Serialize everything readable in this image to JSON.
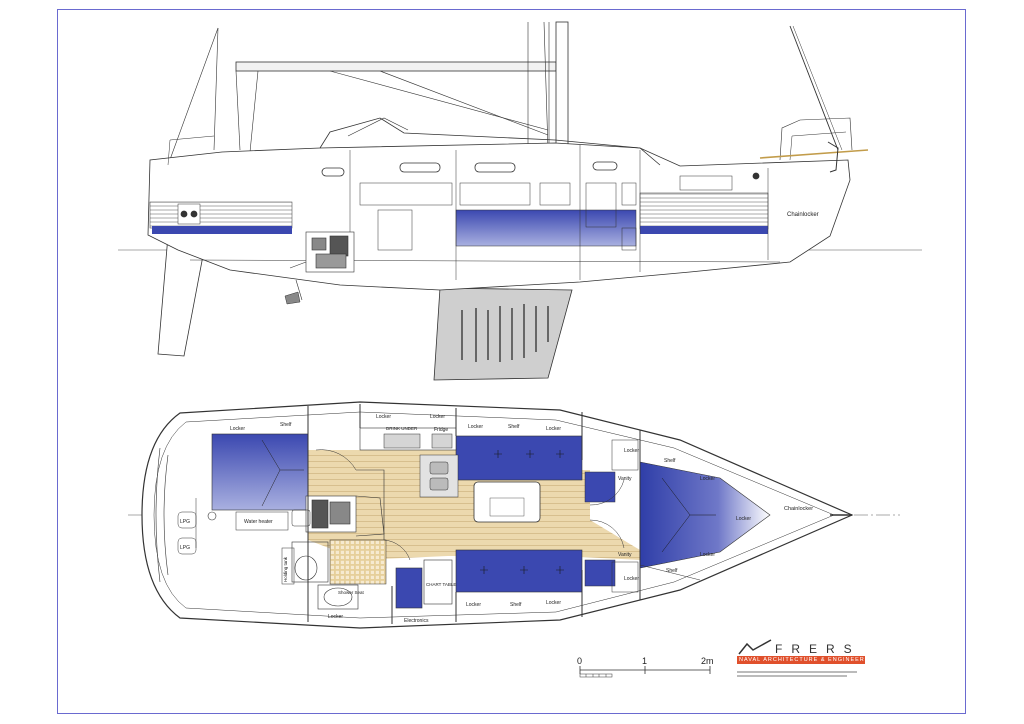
{
  "labels": {
    "chain_locker": "Chainlocker",
    "locker": "Locker",
    "shelf": "Shelf",
    "drink_under": "DRINK UNDER",
    "fridge": "Fridge",
    "vanity": "Vanity",
    "water_heater": "Water heater",
    "holding_tank": "Holding tank",
    "shower_seat": "Shower Seat",
    "chart_table": "CHART TABLE",
    "electronics": "Electronics",
    "lpg": "LPG"
  },
  "scale_bar": {
    "ticks": [
      "0",
      "1",
      "2m"
    ]
  },
  "logo": {
    "name": "FRERS",
    "subtitle": "NAVAL ARCHITECTURE & ENGINEERING"
  },
  "colors": {
    "cushion_blue": "#3b48b0",
    "cushion_light": "#d8dcf2",
    "floor_wood": "#e8d4a6",
    "keel_grey": "#c9c9c9",
    "line": "#333333",
    "accent": "#e0502c",
    "frame": "#6a6ad0"
  }
}
